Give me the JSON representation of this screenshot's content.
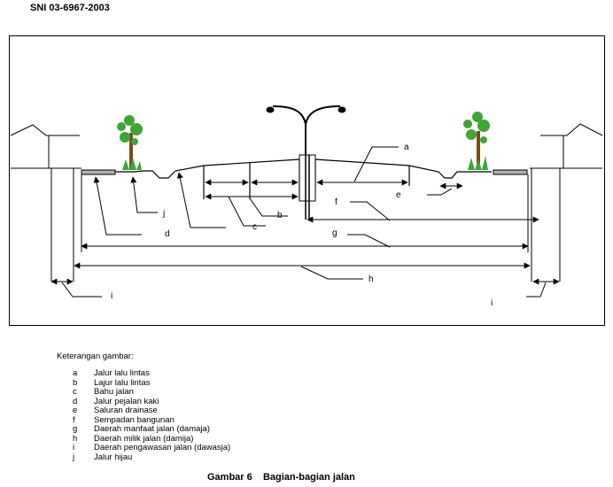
{
  "header": "SNI 03-6967-2003",
  "diagram": {
    "labels": {
      "a": "a",
      "b": "b",
      "c": "c",
      "d": "d",
      "e": "e",
      "f": "f",
      "g": "g",
      "h": "h",
      "i_left": "i",
      "i_right": "i",
      "j": "j"
    }
  },
  "legend": {
    "title": "Keterangan gambar:",
    "items": [
      {
        "key": "a",
        "text": "Jalur lalu lintas"
      },
      {
        "key": "b",
        "text": "Lajur lalu lintas"
      },
      {
        "key": "c",
        "text": "Bahu jalan"
      },
      {
        "key": "d",
        "text": "Jalur pejalan kaki"
      },
      {
        "key": "e",
        "text": "Saluran drainase"
      },
      {
        "key": "f",
        "text": "Sempadan bangunan"
      },
      {
        "key": "g",
        "text": "Daerah manfaat jalan (damaja)"
      },
      {
        "key": "h",
        "text": "Daerah milik jalan (damija)"
      },
      {
        "key": "i",
        "text": "Daerah pengawasan jalan (dawasja)"
      },
      {
        "key": "j",
        "text": "Jalur hijau"
      }
    ]
  },
  "caption": "Gambar 6    Bagian-bagian jalan",
  "colors": {
    "line": "#000000",
    "tree_foliage": "#3fa535",
    "tree_trunk": "#7a4a1c",
    "curb": "#b0b0b0"
  }
}
